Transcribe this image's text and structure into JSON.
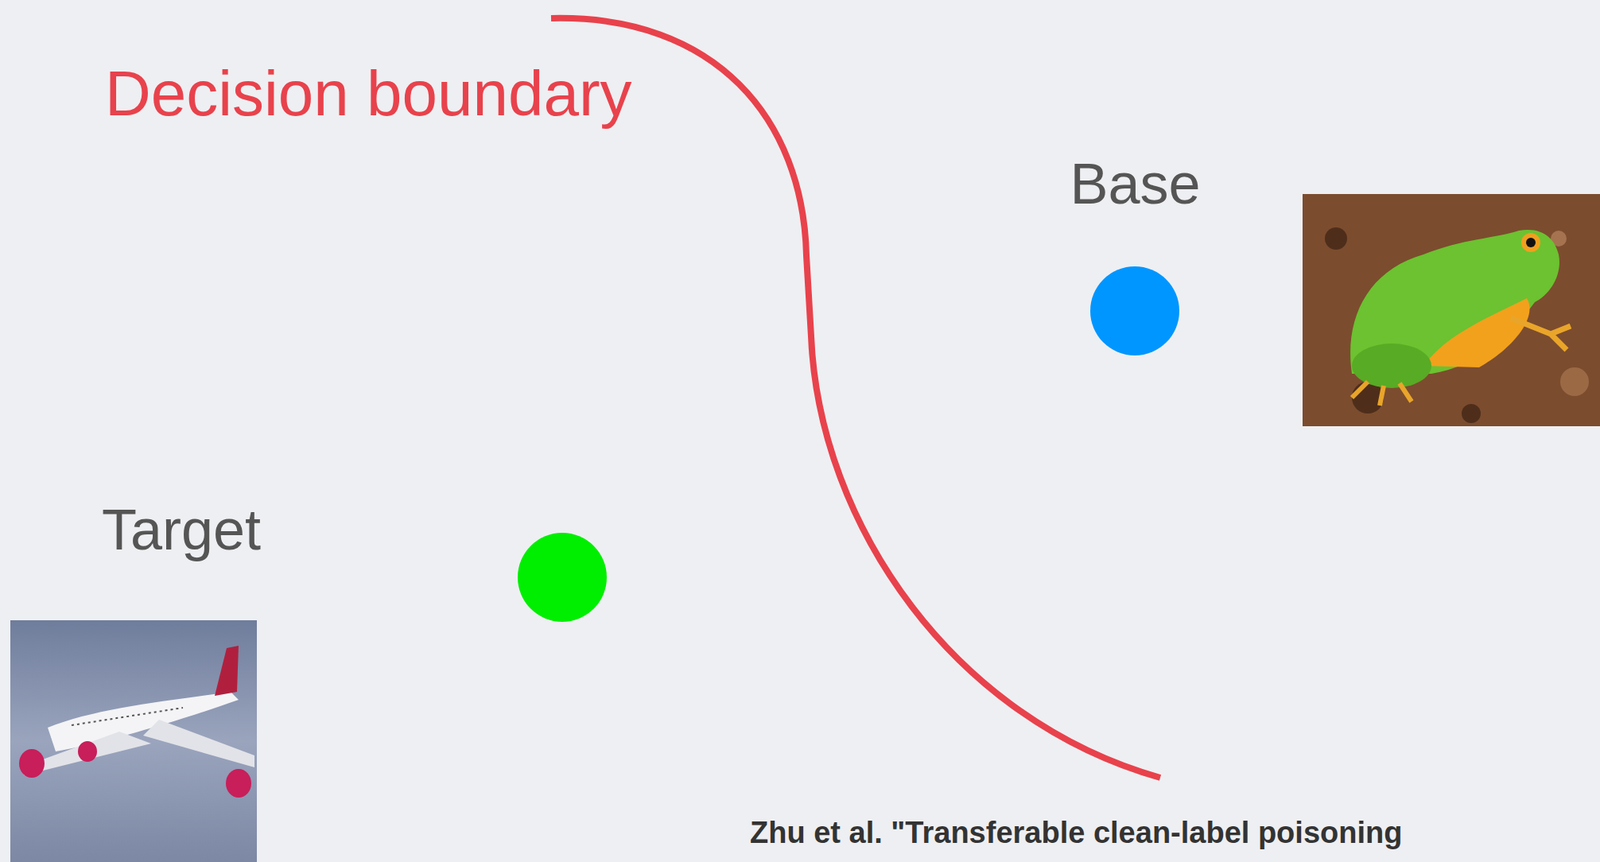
{
  "diagram": {
    "nodes": [
      {
        "text": [
          "Base"
        ]
      },
      {
        "text": [
          "Target"
        ]
      }
    ],
    "labels": [
      "Decision boundary",
      "Zhu et al. \"Transferable clean-label poisoning"
    ]
  }
}
